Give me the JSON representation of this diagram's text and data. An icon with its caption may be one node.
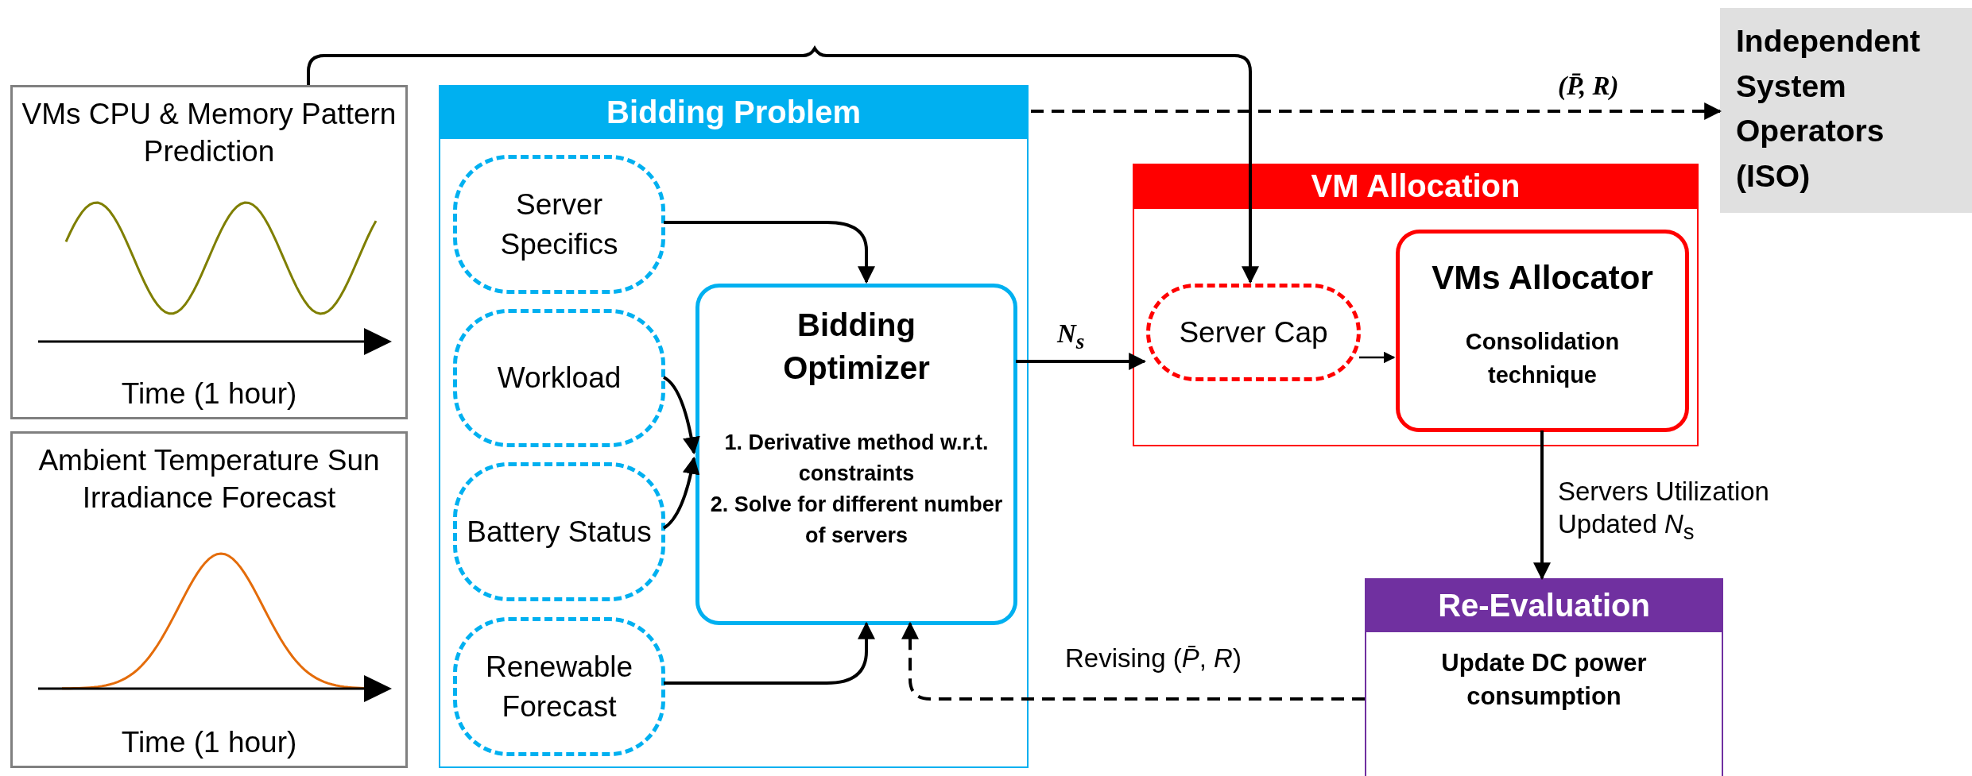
{
  "diagram": {
    "nodes": [
      {
        "text": [
          "VMs CPU & Memory Pattern Prediction",
          "Time (1 hour)"
        ]
      },
      {
        "text": [
          "Ambient Temperature Sun Irradiance Forecast",
          "Time (1 hour)"
        ]
      },
      {
        "text": [
          "Bidding Problem"
        ]
      },
      {
        "text": [
          "Server Specifics"
        ],
        "in": 2
      },
      {
        "text": [
          "Workload"
        ],
        "in": 2
      },
      {
        "text": [
          "Battery Status"
        ],
        "in": 2
      },
      {
        "text": [
          "Renewable Forecast"
        ],
        "in": 2
      },
      {
        "text": [
          "Bidding Optimizer",
          "1. Derivative method w.r.t. constraints",
          "2. Solve for different number of servers"
        ],
        "in": 2
      },
      {
        "text": [
          "Independent System Operators (ISO)"
        ]
      },
      {
        "text": [
          "VM Allocation"
        ]
      },
      {
        "text": [
          "Server Cap"
        ],
        "in": 9
      },
      {
        "text": [
          "VMs Allocator",
          "Consolidation technique"
        ],
        "in": 9
      },
      {
        "text": [
          "Re-Evaluation",
          "Update DC power consumption"
        ]
      }
    ],
    "edges": [
      {
        "from": 0,
        "to": 10,
        "arrow": "to"
      },
      {
        "from": 2,
        "to": 8,
        "arrow": "to",
        "label": "(P̄, R)",
        "style": "dashed"
      },
      {
        "from": 3,
        "to": 7,
        "arrow": "to"
      },
      {
        "from": 4,
        "to": 7,
        "arrow": "to"
      },
      {
        "from": 5,
        "to": 7,
        "arrow": "to"
      },
      {
        "from": 6,
        "to": 7,
        "arrow": "to"
      },
      {
        "from": 7,
        "to": 10,
        "arrow": "to",
        "label": "N$_{s}$"
      },
      {
        "from": 10,
        "to": 11,
        "arrow": "to"
      },
      {
        "from": 11,
        "to": 12,
        "arrow": "to",
        "label": "Servers Utilization Updated *N*$_{s}$"
      },
      {
        "from": 12,
        "to": 7,
        "arrow": "to",
        "label": "Revising (*P̄*, *R*)",
        "style": "dashed"
      }
    ]
  }
}
